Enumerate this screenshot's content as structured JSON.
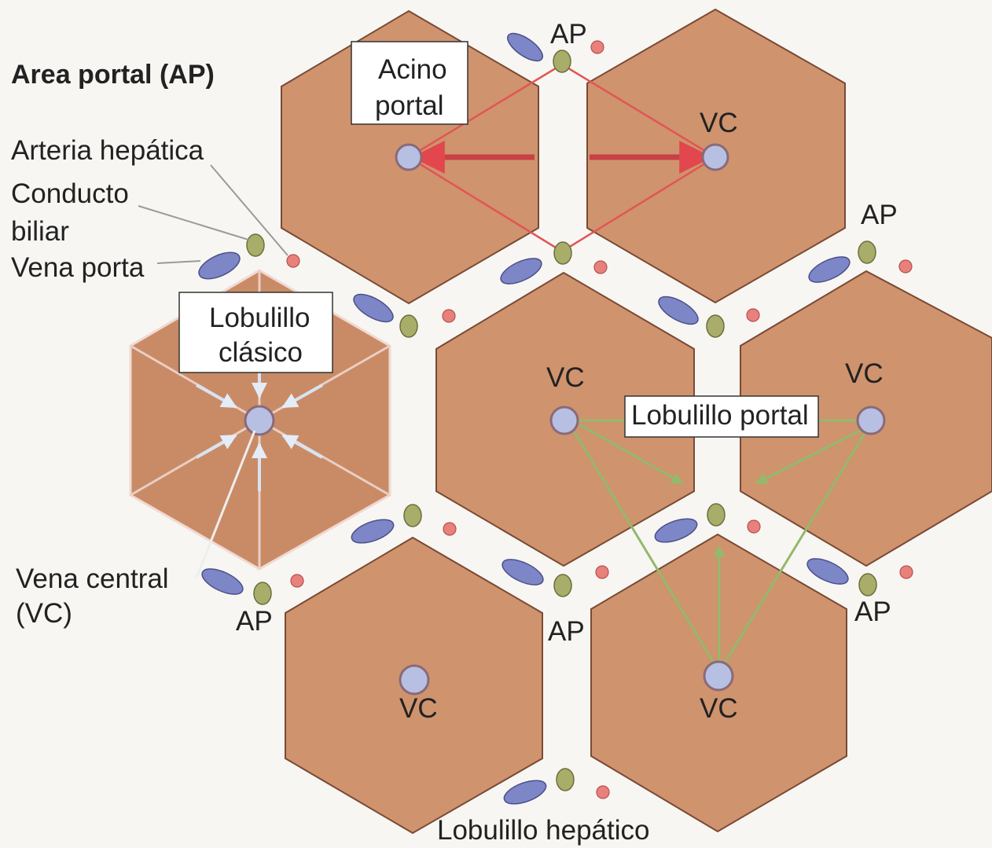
{
  "labels": {
    "area_portal": "Area portal (AP)",
    "arteria": "Arteria  hepática",
    "conducto_1": "Conducto",
    "conducto_2": "biliar",
    "vena_porta": "Vena porta",
    "vena_central_1": "Vena central",
    "vena_central_2": "(VC)",
    "acino_1": "Acino",
    "acino_2": "portal",
    "lobulillo_clasico_1": "Lobulillo",
    "lobulillo_clasico_2": "clásico",
    "lobulillo_portal": "Lobulillo portal",
    "lobulillo_hepatico": "Lobulillo  hepático",
    "ap": "AP",
    "vc": "VC"
  },
  "colors": {
    "lobule_fill": "#cf936e",
    "lobule_border": "#7a4a35",
    "central_vein": "#b7bfe3",
    "portal_vein": "#7d86c7",
    "bile_duct": "#a9ad6a",
    "hepatic_artery": "#e8807c",
    "acinus_outline": "#e25555",
    "portal_lobule_outline": "#93b96a"
  }
}
